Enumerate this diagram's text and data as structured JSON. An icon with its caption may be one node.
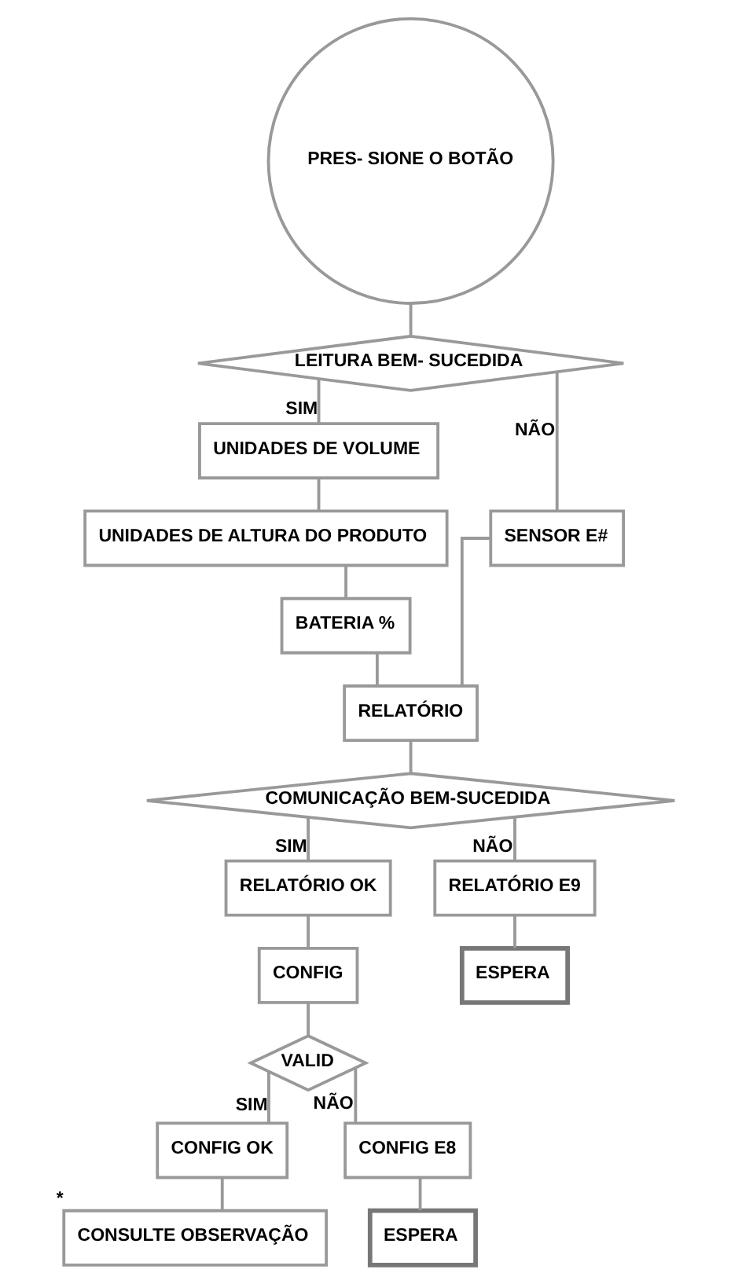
{
  "diagram": {
    "nodes": [
      {
        "text": [
          "PRES- SIONE O BOTÃO"
        ]
      },
      {
        "text": [
          "LEITURA BEM- SUCEDIDA"
        ]
      },
      {
        "text": [
          "UNIDADES DE VOLUME"
        ]
      },
      {
        "text": [
          "UNIDADES DE ALTURA DO PRODUTO"
        ]
      },
      {
        "text": [
          "BATERIA %"
        ]
      },
      {
        "text": [
          "SENSOR E#"
        ]
      },
      {
        "text": [
          "RELATÓRIO"
        ]
      },
      {
        "text": [
          "COMUNICAÇÃO BEM-SUCEDIDA"
        ]
      },
      {
        "text": [
          "RELATÓRIO OK"
        ]
      },
      {
        "text": [
          "CONFIG"
        ]
      },
      {
        "text": [
          "VALID"
        ]
      },
      {
        "text": [
          "CONFIG OK"
        ]
      },
      {
        "text": [
          "CONSULTE OBSERVAÇÃO"
        ],
        "beside": [
          "*"
        ]
      },
      {
        "text": [
          "CONFIG E8"
        ]
      },
      {
        "text": [
          "ESPERA"
        ]
      },
      {
        "text": [
          "RELATÓRIO E9"
        ]
      },
      {
        "text": [
          "ESPERA"
        ]
      }
    ],
    "edges": [
      {
        "from": 0,
        "to": 1,
        "arrow": "none"
      },
      {
        "from": 1,
        "to": 2,
        "arrow": "none",
        "label": "SIM"
      },
      {
        "from": 1,
        "to": 5,
        "arrow": "none",
        "label": "NÃO"
      },
      {
        "from": 2,
        "to": 3,
        "arrow": "none"
      },
      {
        "from": 3,
        "to": 4,
        "arrow": "none"
      },
      {
        "from": 4,
        "to": 6,
        "arrow": "none"
      },
      {
        "from": 5,
        "to": 6,
        "arrow": "none"
      },
      {
        "from": 6,
        "to": 7,
        "arrow": "none"
      },
      {
        "from": 7,
        "to": 8,
        "arrow": "none",
        "label": "SIM"
      },
      {
        "from": 7,
        "to": 15,
        "arrow": "none",
        "label": "NÃO"
      },
      {
        "from": 15,
        "to": 16,
        "arrow": "none"
      },
      {
        "from": 8,
        "to": 9,
        "arrow": "none"
      },
      {
        "from": 9,
        "to": 10,
        "arrow": "none"
      },
      {
        "from": 10,
        "to": 11,
        "arrow": "none",
        "label": "SIM"
      },
      {
        "from": 10,
        "to": 13,
        "arrow": "none",
        "label": "NÃO"
      },
      {
        "from": 11,
        "to": 12,
        "arrow": "none"
      },
      {
        "from": 13,
        "to": 14,
        "arrow": "none"
      }
    ]
  }
}
